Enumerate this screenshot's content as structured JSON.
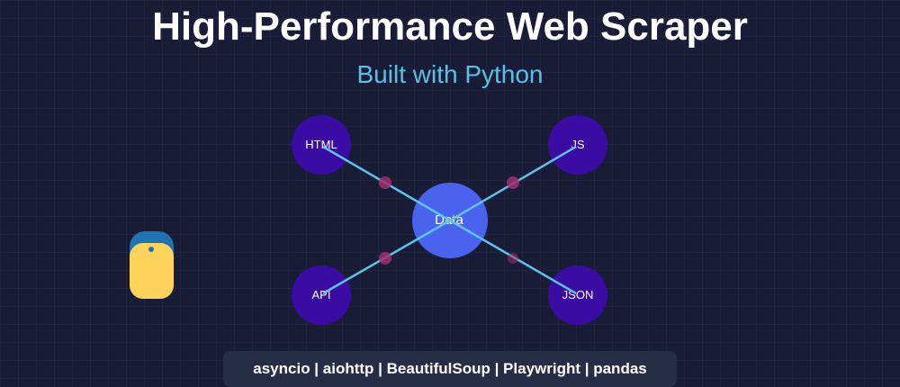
{
  "header": {
    "title": "High-Performance Web Scraper",
    "subtitle": "Built with Python"
  },
  "diagram": {
    "center": {
      "label": "Data",
      "color": "#4a63ee"
    },
    "nodes": [
      {
        "id": "html",
        "label": "HTML"
      },
      {
        "id": "js",
        "label": "JS"
      },
      {
        "id": "api",
        "label": "API"
      },
      {
        "id": "json",
        "label": "JSON"
      }
    ],
    "node_color": "#3a0ca3",
    "line_color": "#5fc3ec",
    "packet_color": "#a0306e"
  },
  "logo": {
    "name": "python-logo-icon",
    "blue": "#1f73b3",
    "yellow": "#fed35c"
  },
  "footer": {
    "tech_stack": "asyncio | aiohttp | BeautifulSoup | Playwright | pandas"
  }
}
